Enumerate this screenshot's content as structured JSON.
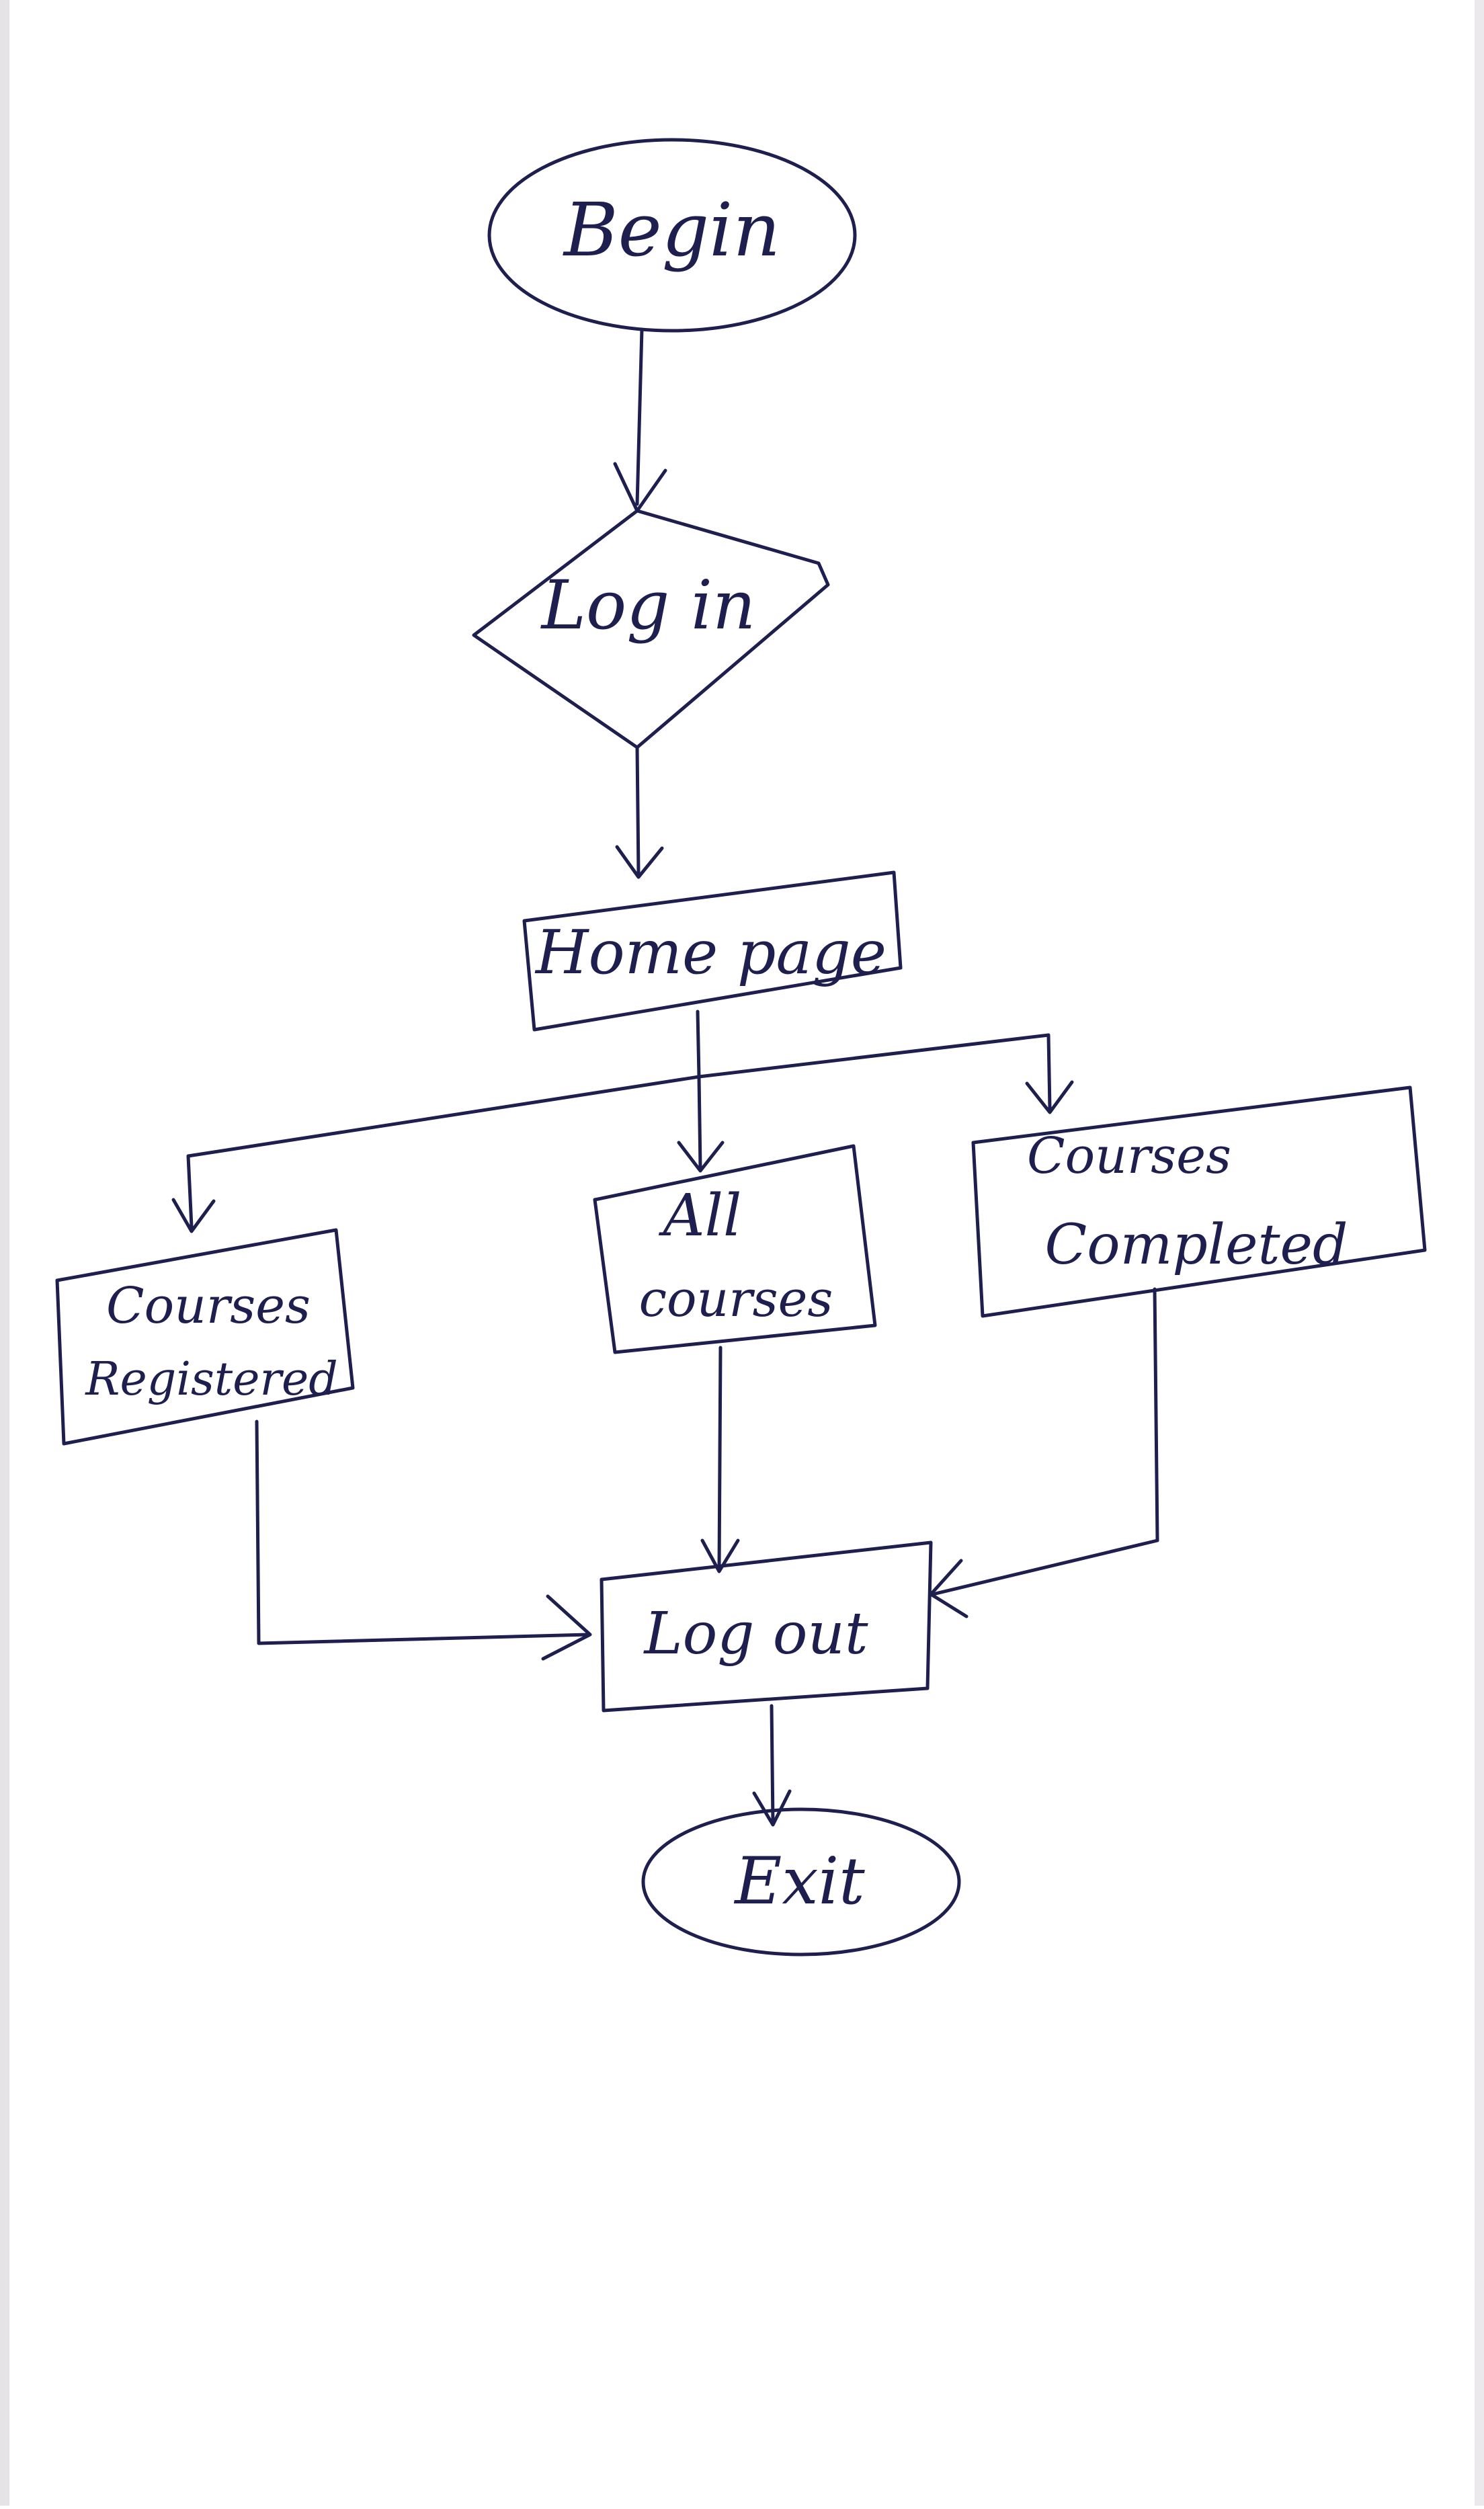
{
  "diagram": {
    "type": "flowchart",
    "ink_color": "#1e1f4f",
    "nodes": {
      "begin": {
        "label": "Begin",
        "shape": "ellipse"
      },
      "login": {
        "label": "Log in",
        "shape": "diamond"
      },
      "home_page": {
        "label": "Home page",
        "shape": "rectangle"
      },
      "courses_registered": {
        "line1": "Courses",
        "line2": "Registered",
        "shape": "rectangle"
      },
      "all_courses": {
        "line1": "All",
        "line2": "courses",
        "shape": "rectangle"
      },
      "courses_completed": {
        "line1": "Courses",
        "line2": "Completed",
        "shape": "rectangle"
      },
      "logout": {
        "label": "Log out",
        "shape": "rectangle"
      },
      "exit": {
        "label": "Exit",
        "shape": "ellipse"
      }
    },
    "edges": [
      {
        "from": "Begin",
        "to": "Log in"
      },
      {
        "from": "Log in",
        "to": "Home page"
      },
      {
        "from": "Home page",
        "to": "Courses Registered"
      },
      {
        "from": "Home page",
        "to": "All courses"
      },
      {
        "from": "Home page",
        "to": "Courses Completed"
      },
      {
        "from": "Courses Registered",
        "to": "Log out"
      },
      {
        "from": "All courses",
        "to": "Log out"
      },
      {
        "from": "Courses Completed",
        "to": "Log out"
      },
      {
        "from": "Log out",
        "to": "Exit"
      }
    ]
  }
}
